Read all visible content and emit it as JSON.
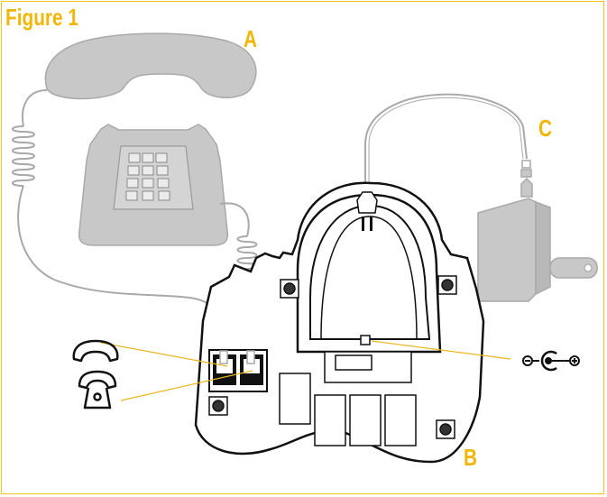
{
  "figure": {
    "title": "Figure 1",
    "callouts": {
      "a": "A",
      "b": "B",
      "c": "C"
    }
  },
  "colors": {
    "frame": "#f2c318",
    "callout_text": "#f2b705",
    "phone_fill": "#c8c8c8",
    "phone_stroke": "#a9a9a9",
    "base_stroke": "#111111",
    "leader_line": "#e8b820"
  },
  "icons": {
    "handset_symbol": "handset-icon",
    "telephone_symbol": "telephone-icon",
    "dc_polarity_symbol": "dc-polarity-icon"
  }
}
